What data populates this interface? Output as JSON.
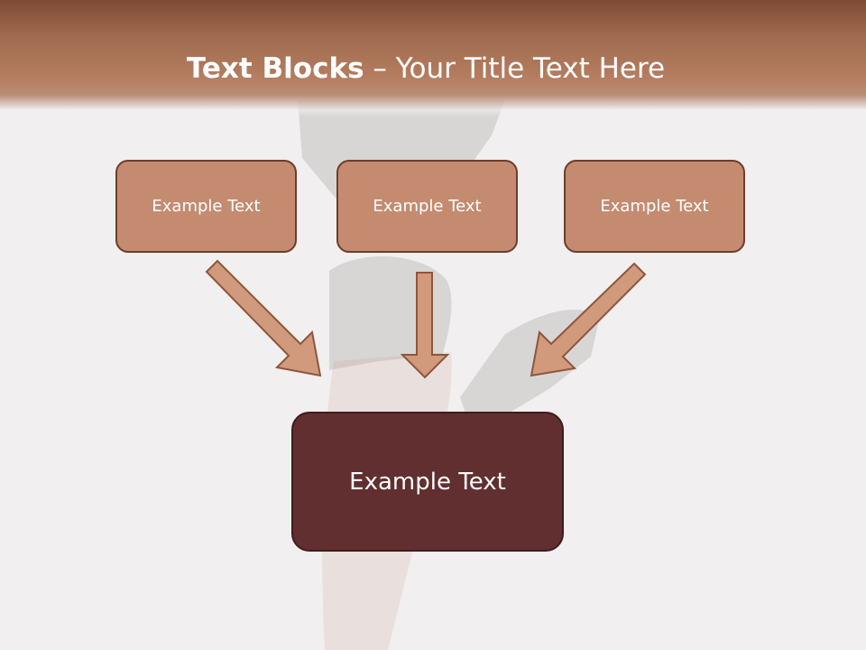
{
  "title": {
    "bold": "Text Blocks",
    "separator": " – ",
    "rest": "Your Title Text Here"
  },
  "top_boxes": [
    {
      "label": "Example Text"
    },
    {
      "label": "Example Text"
    },
    {
      "label": "Example Text"
    }
  ],
  "target_box": {
    "label": "Example Text"
  },
  "colors": {
    "header": "#a06a4e",
    "box_fill": "#c48b70",
    "box_border": "#6e3d2a",
    "target_fill": "#622f30",
    "arrow_fill": "#d29a7c",
    "background": "#f1efef"
  }
}
